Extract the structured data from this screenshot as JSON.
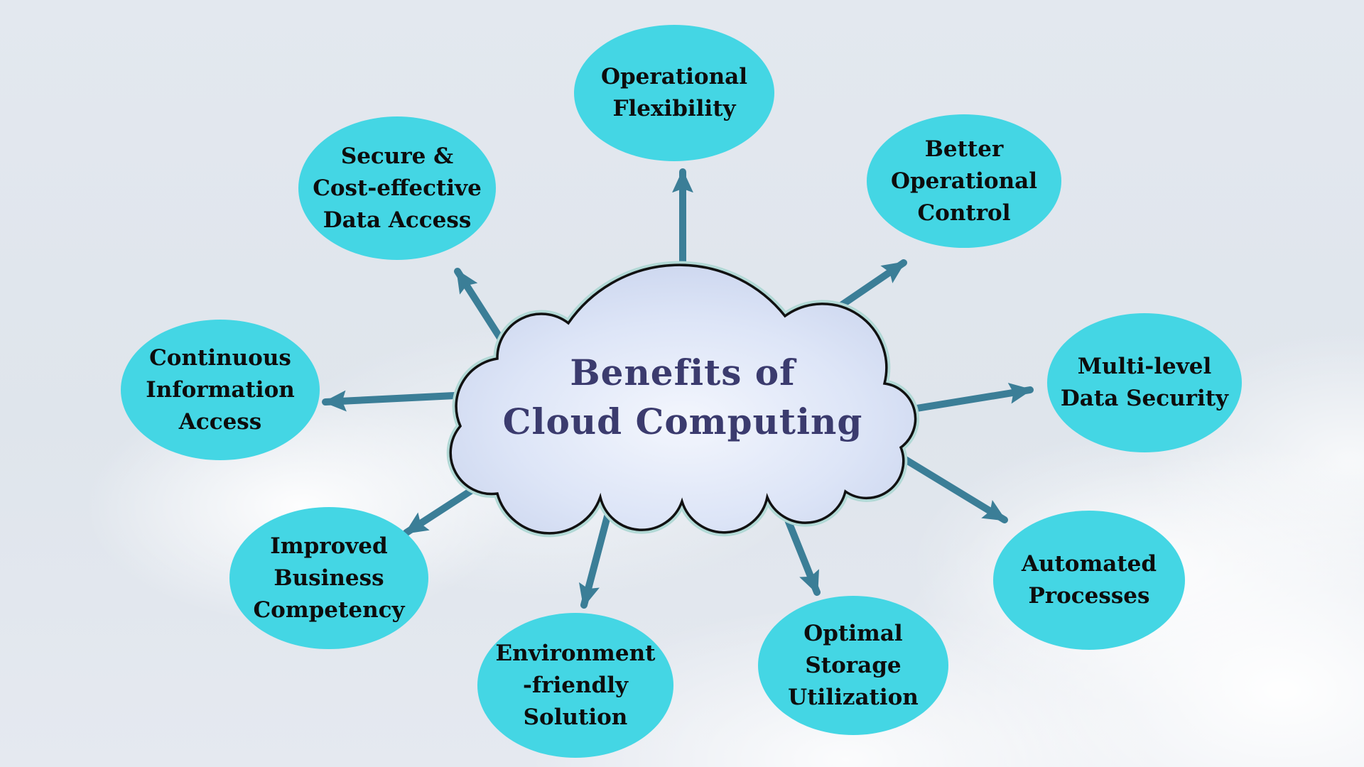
{
  "diagram": {
    "title": {
      "line1": "Benefits of",
      "line2": "Cloud Computing"
    },
    "nodes": [
      {
        "id": "operational-flexibility",
        "label": "Operational\nFlexibility"
      },
      {
        "id": "secure-cost-effective-data-access",
        "label": "Secure &\nCost-effective\nData Access"
      },
      {
        "id": "better-operational-control",
        "label": "Better\nOperational\nControl"
      },
      {
        "id": "continuous-information-access",
        "label": "Continuous\nInformation\nAccess"
      },
      {
        "id": "multi-level-data-security",
        "label": "Multi-level\nData Security"
      },
      {
        "id": "improved-business-competency",
        "label": "Improved\nBusiness\nCompetency"
      },
      {
        "id": "environment-friendly-solution",
        "label": "Environment\n-friendly\nSolution"
      },
      {
        "id": "optimal-storage-utilization",
        "label": "Optimal\nStorage\nUtilization"
      },
      {
        "id": "automated-processes",
        "label": "Automated\nProcesses"
      }
    ],
    "colors": {
      "node_fill": "#44d6e4",
      "node_text": "#0d0d0d",
      "arrow": "#3b7e97",
      "title_text": "#3b3b6e",
      "cloud_outline": "#111111",
      "cloud_halo": "#b2d9d6",
      "cloud_fill_center": "#f2f5fd",
      "cloud_fill_edge": "#c7d2ec",
      "sky_base": "#e2e8ef"
    }
  }
}
